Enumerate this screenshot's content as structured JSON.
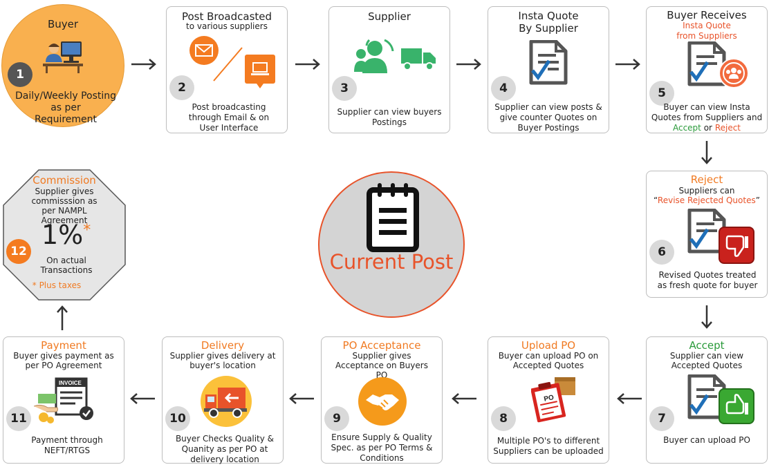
{
  "steps": {
    "s1": {
      "title": "Buyer",
      "number": "1",
      "desc_line1": "Daily/Weekly Posting",
      "desc_line2": "as per",
      "desc_line3": "Requirement"
    },
    "s2": {
      "title": "Post Broadcasted",
      "subtitle": "to various suppliers",
      "number": "2",
      "desc": "Post broadcasting through Email & on User Interface"
    },
    "s3": {
      "title": "Supplier",
      "number": "3",
      "desc": "Supplier can view buyers Postings"
    },
    "s4": {
      "title_line1": "Insta Quote",
      "title_line2": "By Supplier",
      "number": "4",
      "desc": "Supplier can view posts & give counter Quotes on Buyer Postings"
    },
    "s5": {
      "title": "Buyer Receives",
      "subtitle_line1": "Insta Quote",
      "subtitle_line2": "from Suppliers",
      "number": "5",
      "desc_pre": "Buyer can view Insta Quotes from Suppliers and",
      "desc_accept": "Accept",
      "desc_or": "or",
      "desc_reject": "Reject"
    },
    "s6": {
      "title": "Reject",
      "sub_line1": "Suppliers can",
      "sub_quote_open": "“",
      "sub_line2": "Revise Rejected Quotes",
      "sub_quote_close": "”",
      "number": "6",
      "desc": "Revised Quotes treated as fresh quote for buyer"
    },
    "s7": {
      "title": "Accept",
      "sub": "Supplier can view Accepted Quotes",
      "number": "7",
      "desc": "Buyer can upload PO"
    },
    "s8": {
      "title": "Upload PO",
      "sub": "Buyer can upload PO on Accepted Quotes",
      "number": "8",
      "desc": "Multiple PO's to different Suppliers can be uploaded",
      "icon_text": "PO"
    },
    "s9": {
      "title": "PO Acceptance",
      "sub": "Supplier gives Acceptance on Buyers PO",
      "number": "9",
      "desc": "Ensure Supply & Quality Spec. as per PO Terms & Conditions"
    },
    "s10": {
      "title": "Delivery",
      "sub": "Supplier gives delivery at buyer's location",
      "number": "10",
      "desc": "Buyer Checks Quality & Quanity as per PO at delivery location"
    },
    "s11": {
      "title": "Payment",
      "sub": "Buyer gives payment as per PO Agreement",
      "number": "11",
      "desc": "Payment through NEFT/RTGS",
      "icon_text": "INVOICE"
    },
    "s12": {
      "title": "Commission",
      "sub": "Supplier gives commisssion as per NAMPL Agreement",
      "percent": "1%",
      "asterisk": "*",
      "number": "12",
      "desc": "On actual Transactions",
      "note": "* Plus taxes"
    }
  },
  "center": {
    "label": "Current Post"
  },
  "colors": {
    "orange": "#f47b20",
    "green": "#2a9a3a",
    "red": "#e8532a",
    "buyer_circle": "#f9b04f",
    "center_circle": "#d4d4d4"
  }
}
